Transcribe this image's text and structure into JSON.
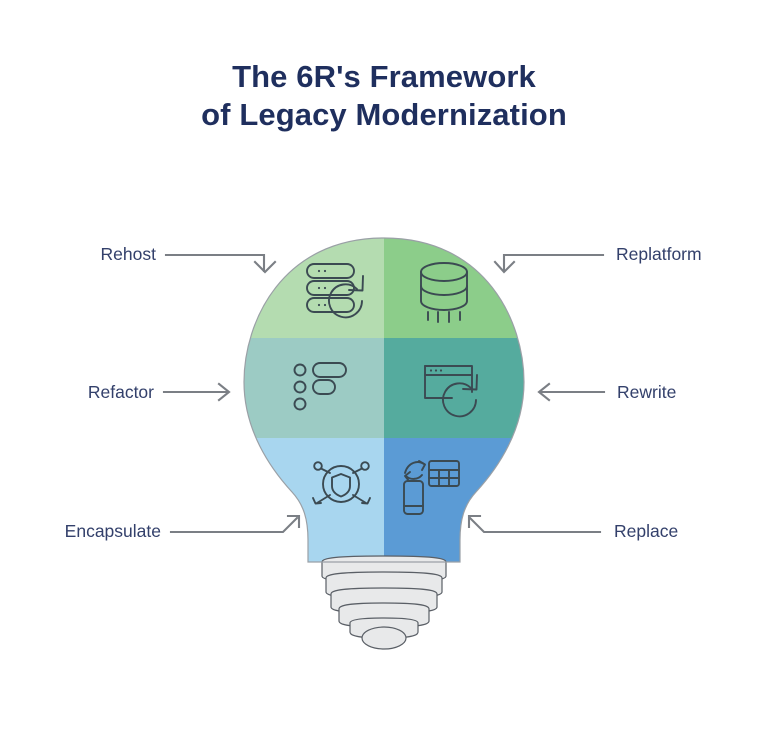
{
  "title": {
    "line1": "The 6R's Framework",
    "line2": "of Legacy Modernization",
    "color": "#1f2f5e"
  },
  "diagram": {
    "shape": "lightbulb",
    "base_color": "#e8e9ea",
    "outline_color": "#5a5f66",
    "icon_stroke": "#3b4a52",
    "arrow_color": "#7b7f85",
    "segments": [
      {
        "id": "rehost",
        "label": "Rehost",
        "position": "top-left",
        "color": "#b4dcb0",
        "icon": "server-rack-refresh-icon",
        "label_side": "left"
      },
      {
        "id": "replatform",
        "label": "Replatform",
        "position": "top-right",
        "color": "#8ccd8a",
        "icon": "database-cylinder-icon",
        "label_side": "right"
      },
      {
        "id": "refactor",
        "label": "Refactor",
        "position": "middle-left",
        "color": "#9ccbc4",
        "icon": "toggle-list-icon",
        "label_side": "left"
      },
      {
        "id": "rewrite",
        "label": "Rewrite",
        "position": "middle-right",
        "color": "#55ab9e",
        "icon": "browser-window-refresh-icon",
        "label_side": "right"
      },
      {
        "id": "encapsulate",
        "label": "Encapsulate",
        "position": "bottom-left",
        "color": "#a8d6ef",
        "icon": "shield-network-icon",
        "label_side": "left"
      },
      {
        "id": "replace",
        "label": "Replace",
        "position": "bottom-right",
        "color": "#5b9bd5",
        "icon": "device-swap-grid-icon",
        "label_side": "right"
      }
    ]
  }
}
